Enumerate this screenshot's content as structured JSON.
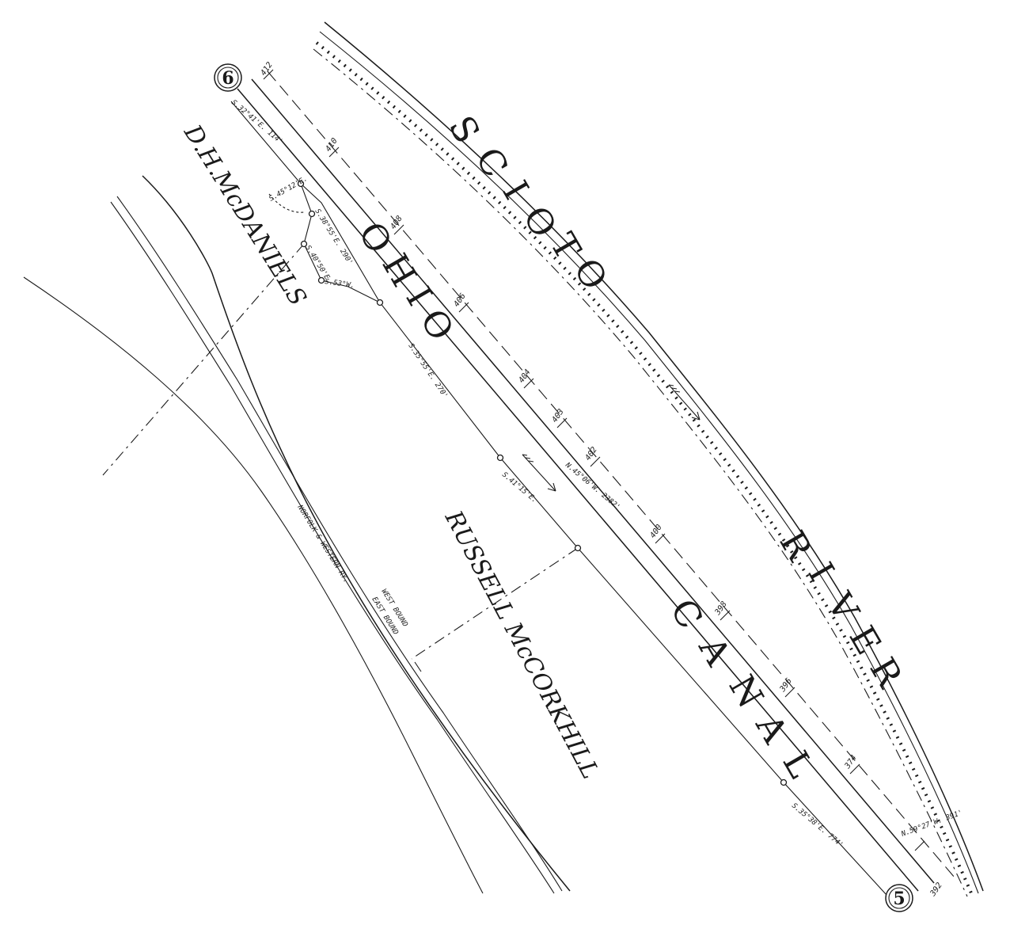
{
  "map": {
    "sheet_marker_start": "6",
    "sheet_marker_end": "5",
    "river_letters": {
      "scioto": [
        "S",
        "C",
        "I",
        "O",
        "T",
        "O"
      ],
      "river": [
        "R",
        "I",
        "V",
        "E",
        "R"
      ]
    },
    "canal_letters": {
      "ohio": [
        "O",
        "H",
        "I",
        "O"
      ],
      "canal": [
        "C",
        "A",
        "N",
        "A",
        "L"
      ]
    },
    "owners": {
      "upper": "D.H.McDANIELS",
      "lower": "RUSSELL McCORKHILL"
    },
    "railway_label": "NORFOLK & WESTERN RY.",
    "railway_bound": [
      "WEST BOUND",
      "EAST BOUND"
    ],
    "stations": [
      "412",
      "410",
      "408",
      "406",
      "404",
      "403",
      "402",
      "400",
      "398",
      "396",
      "374",
      "392"
    ],
    "bearings": {
      "b1": "S.32°41'E. 114'",
      "b2": "S.45°12'E.",
      "b3": "S.38°55'E. 290'",
      "b4": "S.35°55'E. 270'",
      "b5": "S.41°15'E.",
      "b6": "S.35°38'E. 774'",
      "b7": "N.45°06'W. 2382'",
      "b8": "S.53°W.",
      "b9": "N.59°27'W. 391'",
      "b10": "S.40°50'E."
    },
    "colors": {
      "ink": "#1a1a1a",
      "paper": "#ffffff"
    }
  }
}
